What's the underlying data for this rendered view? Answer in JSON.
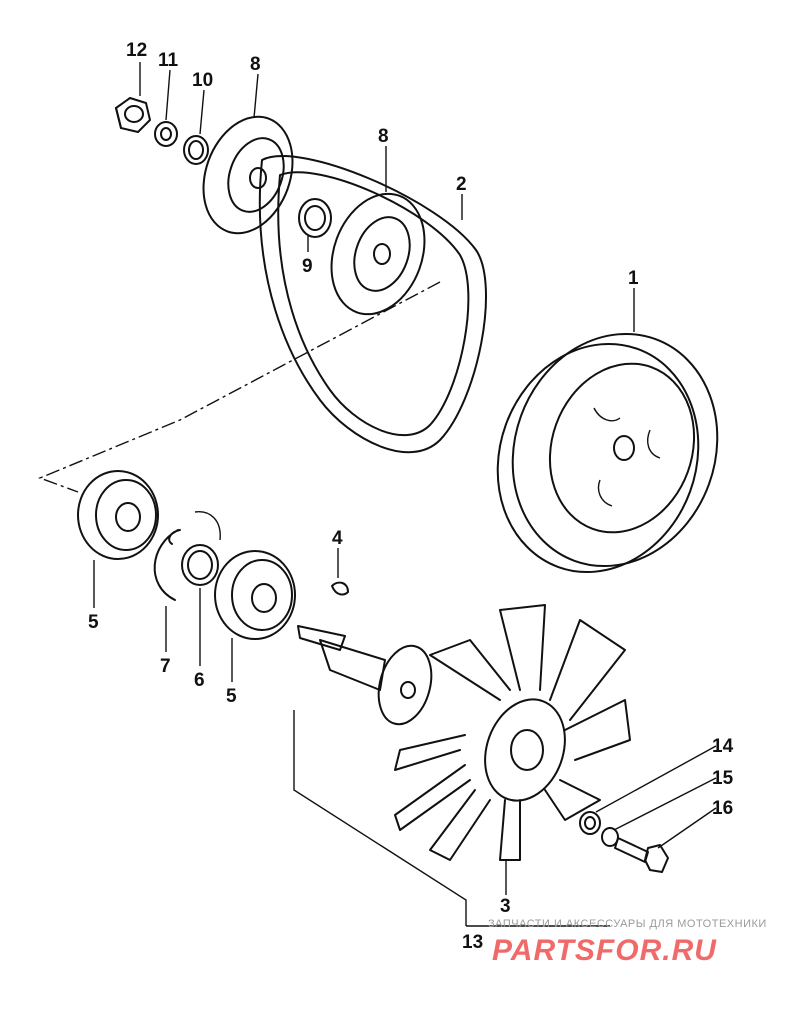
{
  "callouts": {
    "c1": "1",
    "c2": "2",
    "c3": "3",
    "c4": "4",
    "c5a": "5",
    "c5b": "5",
    "c6": "6",
    "c7": "7",
    "c8a": "8",
    "c8b": "8",
    "c9": "9",
    "c10": "10",
    "c11": "11",
    "c12": "12",
    "c13": "13",
    "c14": "14",
    "c15": "15",
    "c16": "16"
  },
  "watermark": {
    "tagline": "ЗАПЧАСТИ И АКСЕССУАРЫ ДЛЯ МОТОТЕХНИКИ",
    "logo": "PARTSFOR.RU"
  },
  "colors": {
    "ink": "#111111",
    "watermark_text": "#9a9a9a",
    "watermark_logo": "#f06a6a"
  }
}
